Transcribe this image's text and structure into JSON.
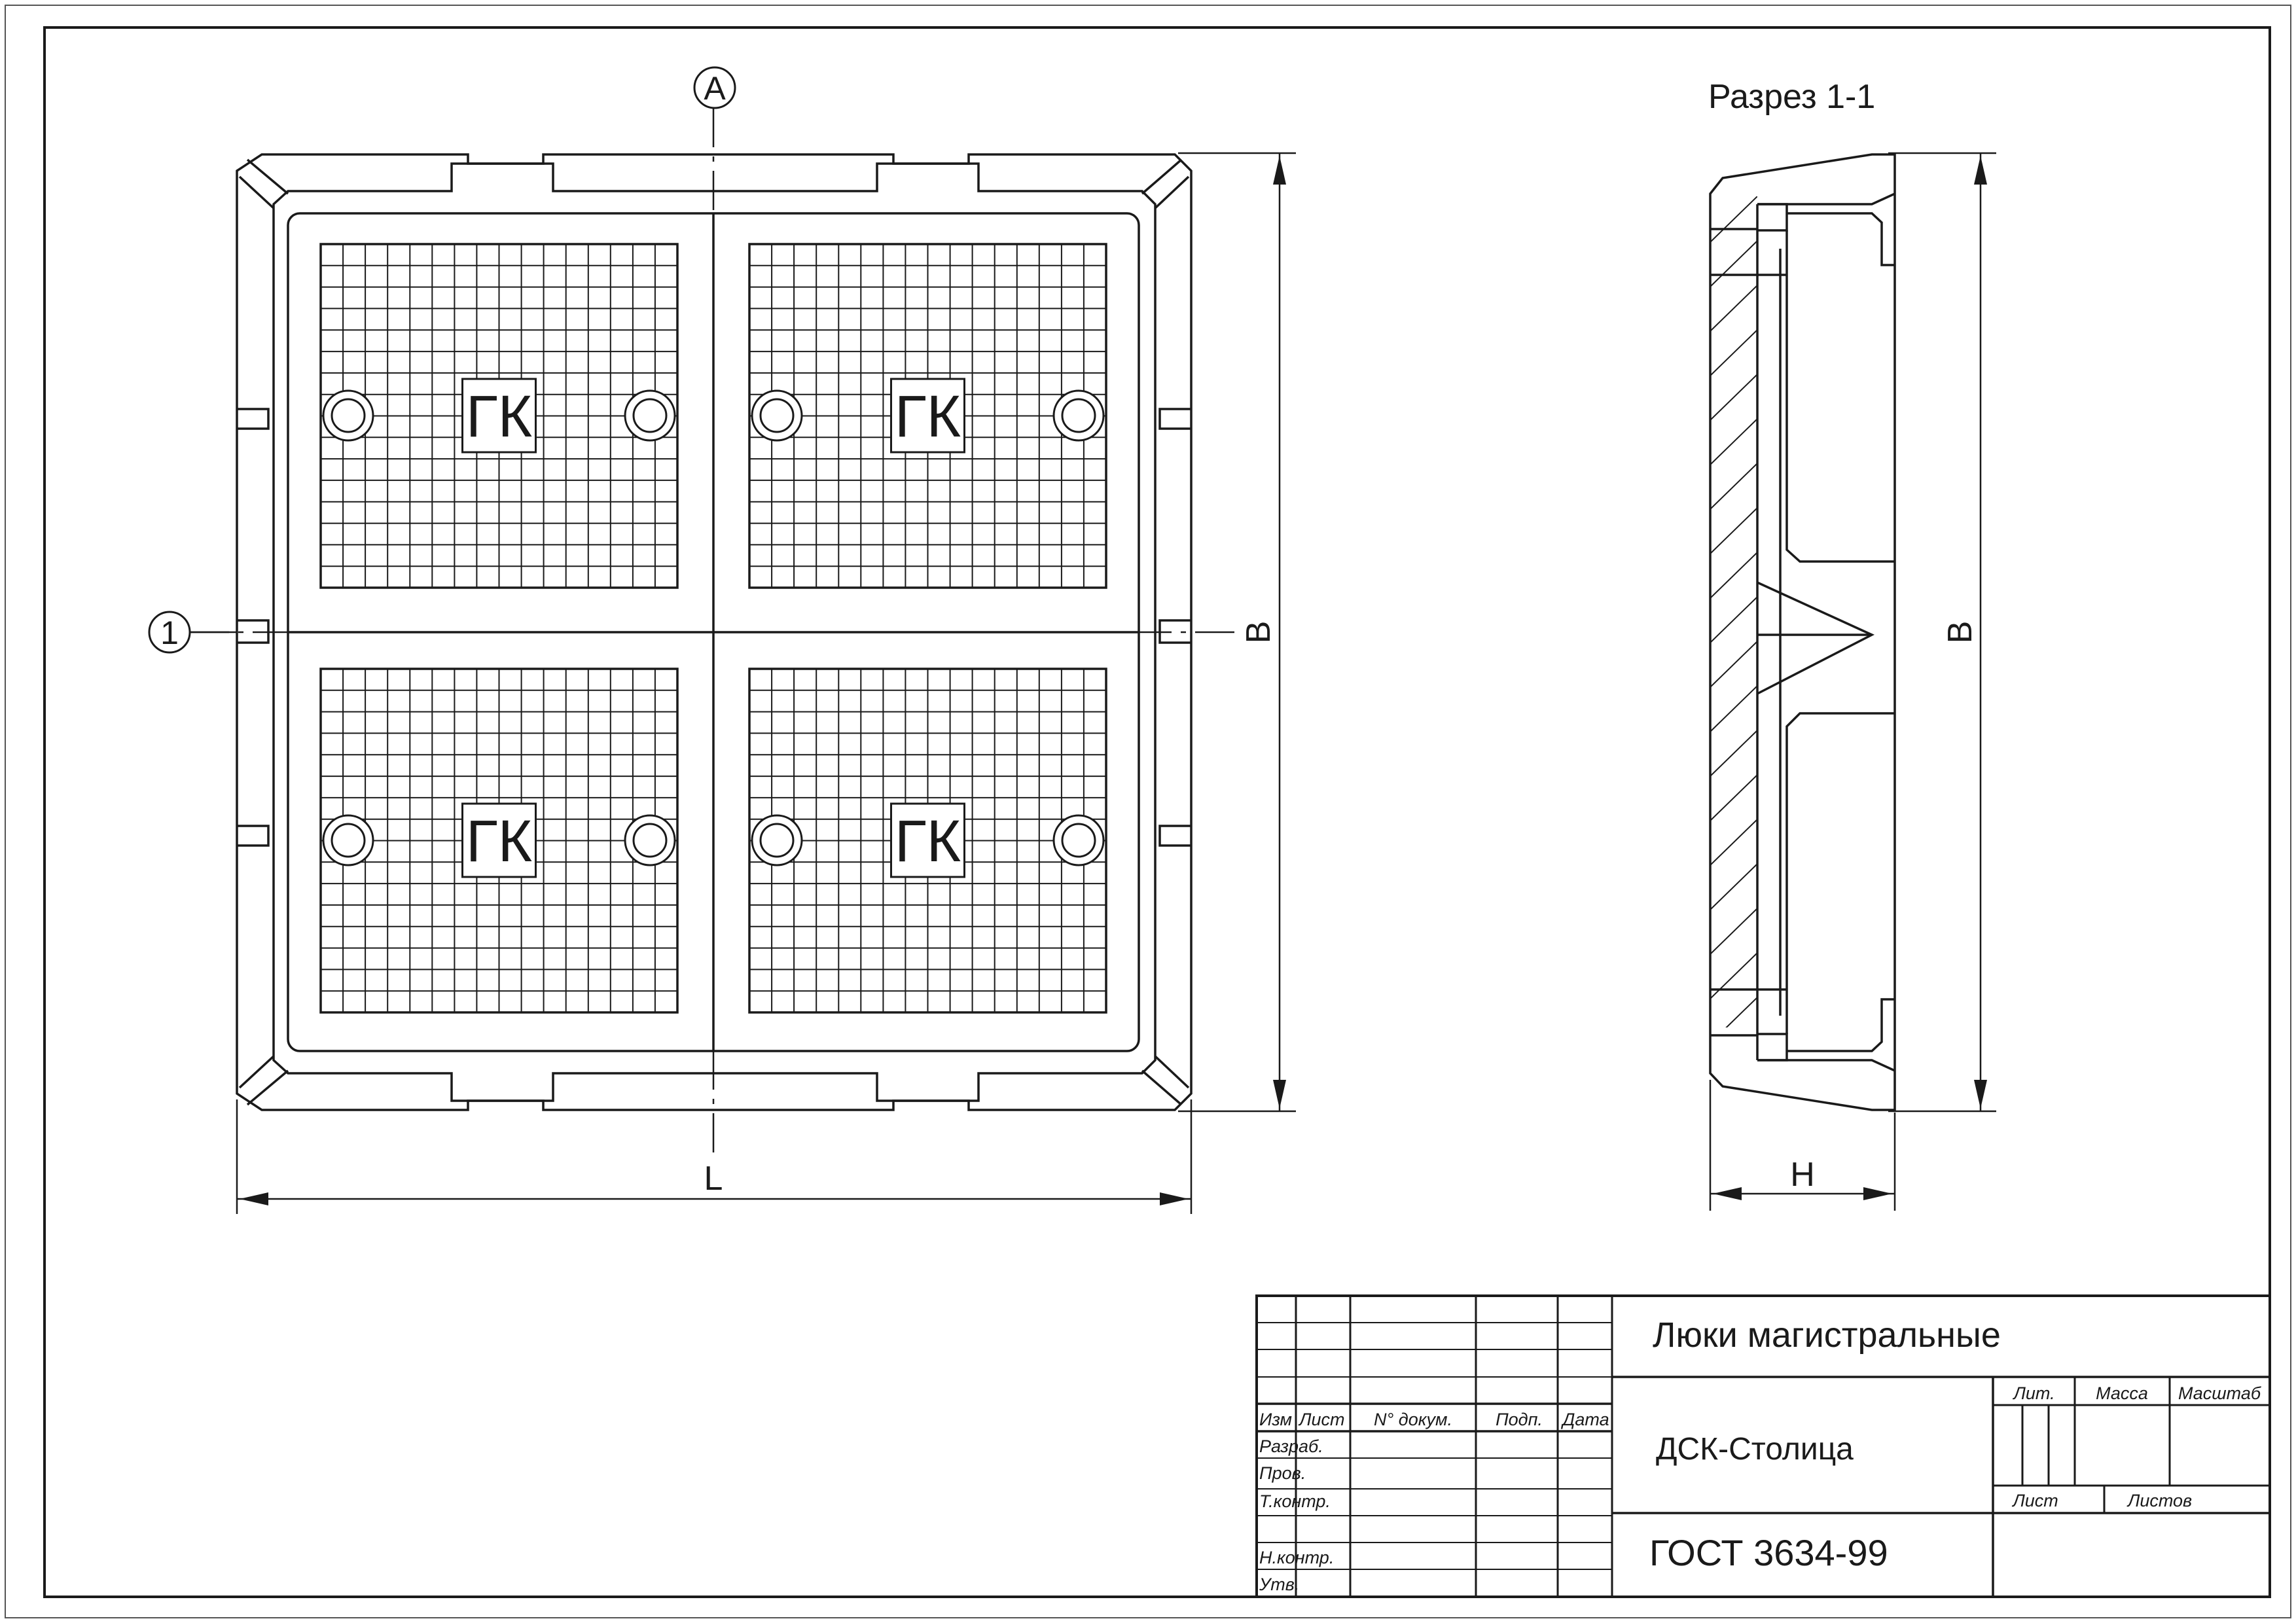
{
  "drawing": {
    "axis_a": "А",
    "axis_1": "1",
    "dim_b": "В",
    "dim_l": "L",
    "dim_h": "Н",
    "section_title": "Разрез 1-1",
    "mark": "ГК"
  },
  "title_block": {
    "title": "Люки магистральные",
    "company": "ДСК-Столица",
    "standard": "ГОСТ 3634-99",
    "headers": {
      "izm": "Изм",
      "list": "Лист",
      "doc": "N° докум.",
      "sign": "Подп.",
      "date": "Дата"
    },
    "roles": {
      "razrab": "Разраб.",
      "prov": "Пров.",
      "tkontr": "Т.контр.",
      "nkontr": "Н.контр.",
      "utv": "Утв."
    },
    "lit": "Лит.",
    "mass": "Масса",
    "scale": "Масштаб",
    "sheet": "Лист",
    "sheets": "Листов"
  },
  "colors": {
    "line": "#1a1a1a",
    "background": "#ffffff"
  }
}
